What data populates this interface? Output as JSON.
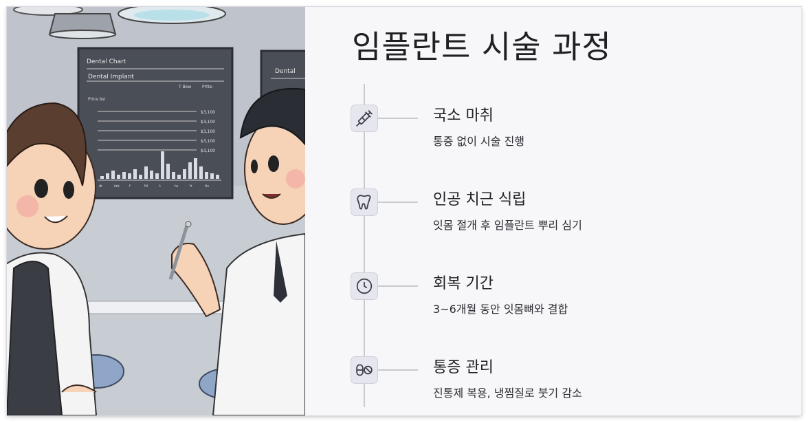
{
  "title": "임플란트 시술 과정",
  "illustration": {
    "chart_title": "Dental Chart",
    "chart_subtitle": "Dental Implant",
    "chart_header_right_1": "T   Bew",
    "chart_header_right_2": "Prtte-",
    "chart_section": "Price bsi",
    "chart_prices": [
      "$3,100",
      "$3,100",
      "$3,100",
      "$3,100",
      "$3,100"
    ],
    "chart_axis": [
      "dr",
      "iob",
      "f",
      "fd",
      "t",
      "tu",
      "fr",
      "tis"
    ],
    "side_chart_title": "Dental"
  },
  "steps": [
    {
      "icon": "syringe-icon",
      "title": "국소 마취",
      "desc": "통증 없이 시술 진행"
    },
    {
      "icon": "tooth-icon",
      "title": "인공 치근 식립",
      "desc": "잇몸 절개 후 임플란트 뿌리 심기"
    },
    {
      "icon": "clock-icon",
      "title": "회복 기간",
      "desc": "3~6개월 동안 잇몸뼈와 결합"
    },
    {
      "icon": "pills-icon",
      "title": "통증 관리",
      "desc": "진통제 복용, 냉찜질로 붓기 감소"
    }
  ],
  "colors": {
    "background": "#f7f7fa",
    "icon_box": "#e6e6ee",
    "line": "#c9c9d0",
    "text": "#1f1f24"
  }
}
